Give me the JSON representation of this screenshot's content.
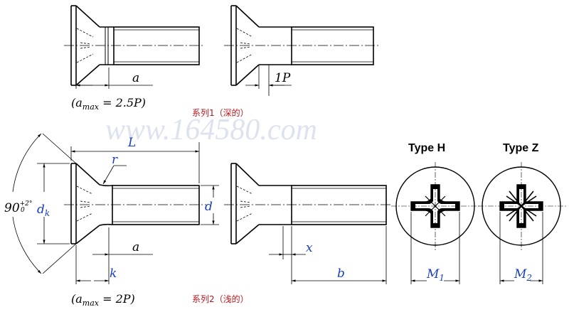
{
  "watermark": "www.164580.com",
  "colors": {
    "outline": "#000000",
    "blue": "#1a3fbf",
    "red": "#b8161e",
    "watermark": "#dde3ee"
  },
  "series1": {
    "caption": "(a",
    "caption_sub": "max",
    "caption_rest": " = 2.5P)",
    "label_cn": "系列1（深的）",
    "dim_a": "a",
    "dim_1p": "1P"
  },
  "series2": {
    "caption": "(a",
    "caption_sub": "max",
    "caption_rest": " = 2P)",
    "label_cn": "系列2（浅的）",
    "dim_L": "L",
    "dim_r": "r",
    "dim_dk": "d",
    "dim_dk_sub": "k",
    "dim_d": "d",
    "dim_a": "a",
    "dim_k": "k",
    "dim_x": "x",
    "dim_b": "b",
    "angle": "90",
    "angle_tol_top": "+2",
    "angle_tol_bottom": "0",
    "angle_tol_mark": "°"
  },
  "recess": {
    "type_h_label": "Type H",
    "type_z_label": "Type Z",
    "dim_m1": "M",
    "dim_m1_sub": "1",
    "dim_m2": "M",
    "dim_m2_sub": "2"
  }
}
